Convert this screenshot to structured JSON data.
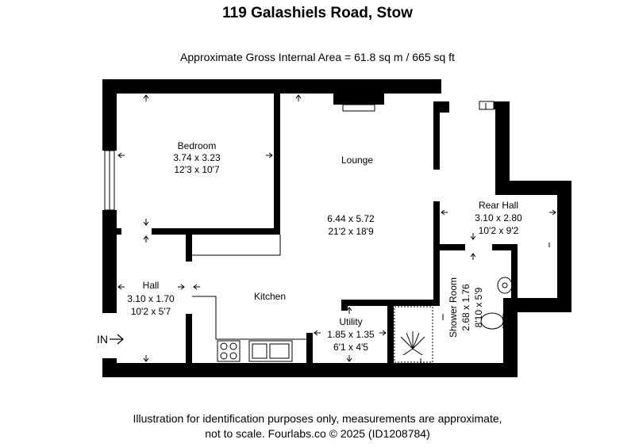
{
  "title": "119 Galashiels Road, Stow",
  "gross_area": "Approximate Gross Internal Area = 61.8 sq m / 665 sq ft",
  "entrance_label": "IN",
  "rooms": {
    "bedroom": {
      "name": "Bedroom",
      "metric": "3.74 x 3.23",
      "imperial": "12'3 x 10'7"
    },
    "lounge": {
      "name": "Lounge",
      "metric": "6.44 x 5.72",
      "imperial": "21'2 x 18'9"
    },
    "rear_hall": {
      "name": "Rear Hall",
      "metric": "3.10 x 2.80",
      "imperial": "10'2 x 9'2"
    },
    "hall": {
      "name": "Hall",
      "metric": "3.10 x 1.70",
      "imperial": "10'2 x 5'7"
    },
    "kitchen": {
      "name": "Kitchen"
    },
    "utility": {
      "name": "Utility",
      "metric": "1.85 x 1.35",
      "imperial": "6'1 x 4'5"
    },
    "shower_room": {
      "name": "Shower Room",
      "metric": "2.68 x 1.76",
      "imperial": "8'10 x 5'9"
    }
  },
  "footer": {
    "line1": "Illustration for identification purposes only, measurements are approximate,",
    "line2": "not to scale. Fourlabs.co © 2025 (ID1208784)"
  }
}
